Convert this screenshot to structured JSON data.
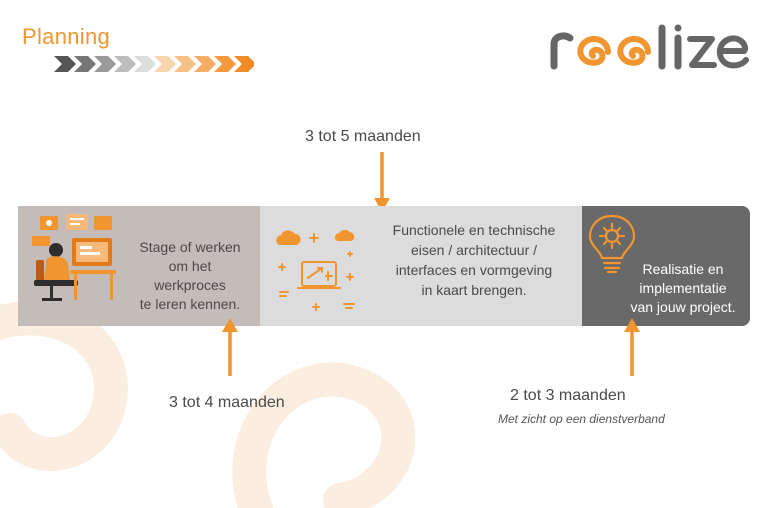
{
  "header": {
    "title": "Planning"
  },
  "brand": {
    "logo_text": "reolize",
    "accent": "#f0952f",
    "dark": "#696969"
  },
  "phases": [
    {
      "label": "Stage of werken om het werkproces te leren kennen.",
      "lines": [
        "Stage of werken",
        "om het",
        "werkproces",
        "te leren kennen."
      ],
      "duration": "3 tot 4 maanden",
      "icon": "workstation-illustration-icon"
    },
    {
      "label": "Functionele en technische eisen / architectuur / interfaces en vormgeving in kaart brengen.",
      "lines": [
        "Functionele en technische",
        "eisen / architectuur /",
        "interfaces en vormgeving",
        "in kaart brengen."
      ],
      "duration": "3 tot 5 maanden",
      "icon": "cloud-laptop-icon"
    },
    {
      "label": "Realisatie en implementatie van jouw project.",
      "lines": [
        "Realisatie en",
        "implementatie",
        "van jouw project."
      ],
      "duration": "2 tot 3 maanden",
      "note": "Met zicht op een dienstverband",
      "icon": "lightbulb-gear-icon"
    }
  ]
}
